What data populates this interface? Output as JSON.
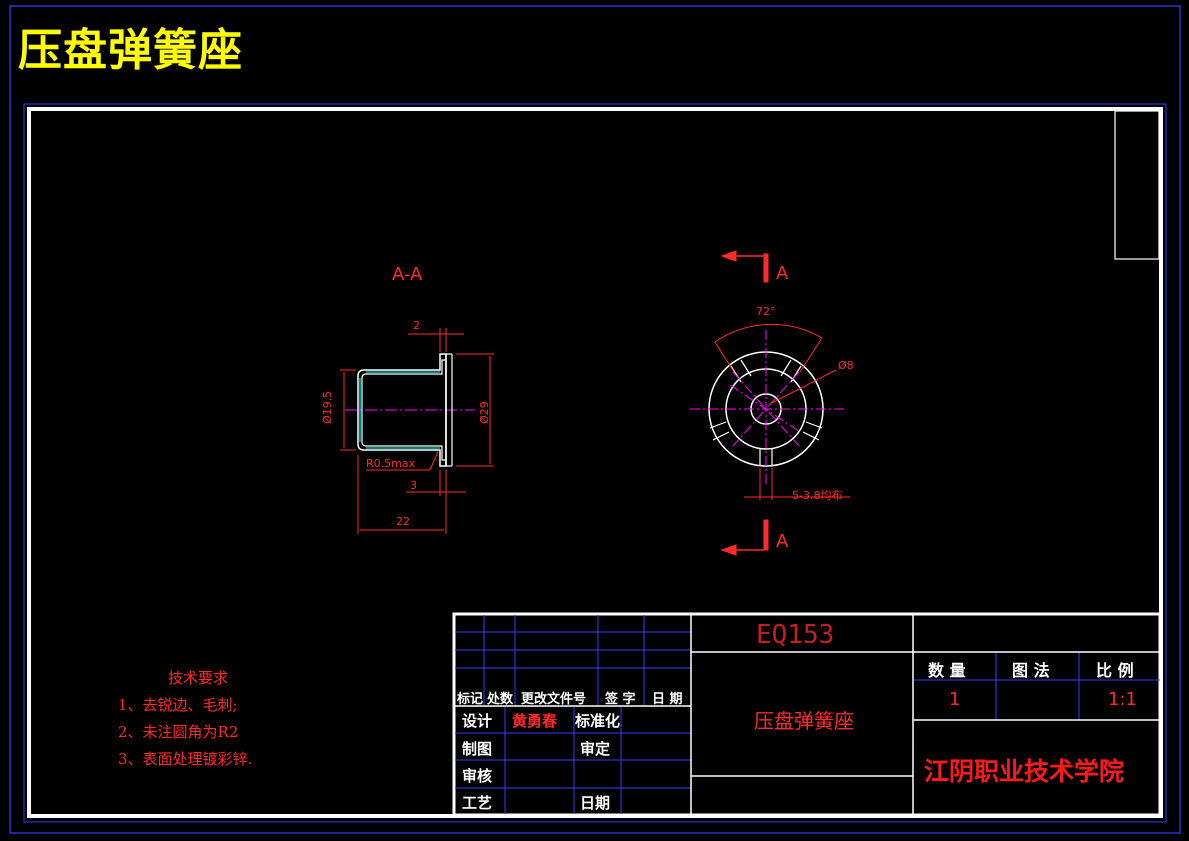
{
  "title": "压盘弹簧座",
  "section_label": "A-A",
  "cut_label_top": "A",
  "cut_label_bottom": "A",
  "dimensions": {
    "d2": "2",
    "phi19_5": "Ø19.5",
    "phi29": "Ø29",
    "r05": "R0.5max",
    "d3": "3",
    "d22": "22",
    "angle72": "72°",
    "phi8": "Ø8",
    "slots": "5-3.8均布"
  },
  "tech_req": {
    "heading": "技术要求",
    "items": [
      "1、去锐边、毛刺;",
      "2、未注圆角为R2",
      "3、表面处理镀彩锌."
    ]
  },
  "title_block": {
    "header_row": [
      "标记",
      "处数",
      "更改文件号",
      "签 字",
      "日 期"
    ],
    "design_label": "设计",
    "designer": "黄勇春",
    "standard_label": "标准化",
    "drawing_label": "制图",
    "approve_label": "审定",
    "check_label": "审核",
    "process_label": "工艺",
    "date_label": "日期",
    "part_no": "EQ153",
    "part_name": "压盘弹簧座",
    "qty_label": "数 量",
    "method_label": "图 法",
    "scale_label": "比 例",
    "qty": "1",
    "scale": "1:1",
    "school": "江阴职业技术学院"
  }
}
